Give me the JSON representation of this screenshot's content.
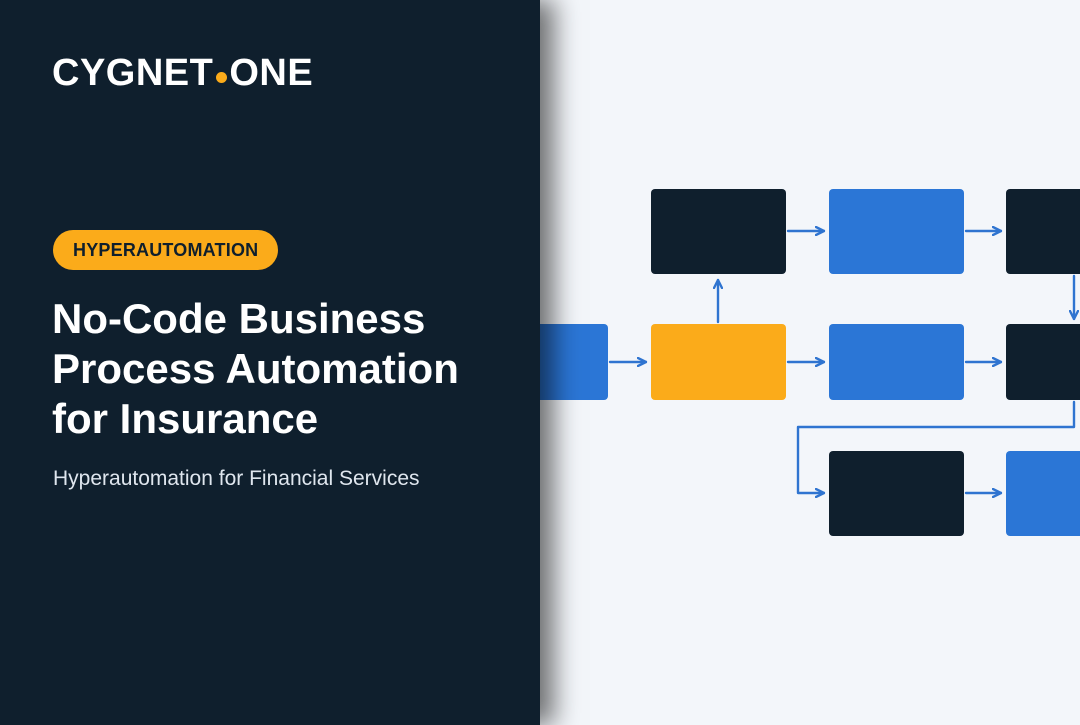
{
  "brand": {
    "logo_prefix": "CYGNET",
    "logo_suffix": "ONE"
  },
  "hero": {
    "tag": "HYPERAUTOMATION",
    "headline_lines": [
      "No-Code Business",
      "Process Automation",
      "for Insurance"
    ],
    "subtitle": "Hyperautomation for Financial Services"
  },
  "colors": {
    "panel": "#0f1f2d",
    "accent": "#fbab1a",
    "blue": "#2b76d6",
    "dark_box": "#0f1f2d",
    "arrow": "#2f74d0"
  }
}
